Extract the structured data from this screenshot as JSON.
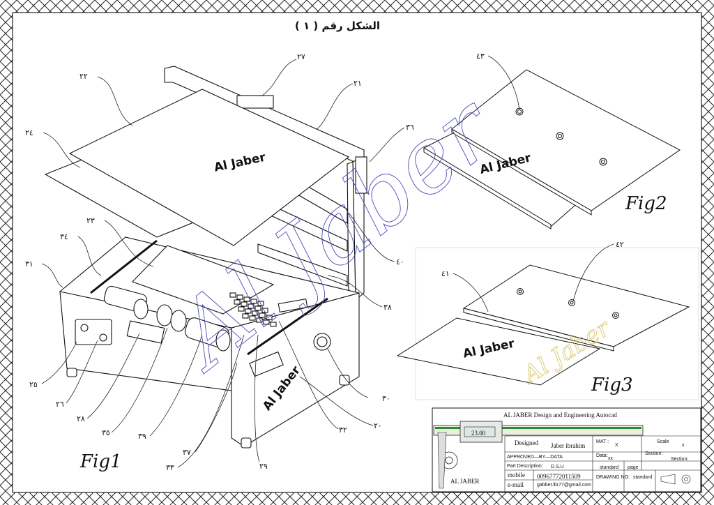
{
  "sheet_title": "الشكل رقم ( ١ )",
  "figures": {
    "fig1": "Fig1",
    "fig2": "Fig2",
    "fig3": "Fig3"
  },
  "brand_text": "Al Jaber",
  "watermark_blue": "Al Jaber",
  "watermark_yellow": "Al Jaber",
  "callouts": {
    "c20": "٢٠",
    "c21": "٢١",
    "c22": "٢٢",
    "c23": "٢٣",
    "c24": "٢٤",
    "c25": "٢٥",
    "c26": "٢٦",
    "c27": "٢٧",
    "c28": "٢٨",
    "c29": "٢٩",
    "c30": "٣٠",
    "c31": "٣١",
    "c32": "٣٢",
    "c33": "٣٣",
    "c34": "٣٤",
    "c35": "٣٥",
    "c36": "٣٦",
    "c37": "٣٧",
    "c38": "٣٨",
    "c39": "٣٩",
    "c40": "٤٠",
    "c41": "٤١",
    "c42": "٤٢",
    "c43": "٤٣"
  },
  "title_block": {
    "company": "AL JABER",
    "heading": "AL JABER Design and Engineering Autocad",
    "caliper_reading": "23.00",
    "designed_label": "Designed",
    "designer": "Jaber ibrahim",
    "approved": "APPROVED—BY—DATA",
    "part_description_label": "Part Description:",
    "part_description": "D.S.U",
    "mobile_label": "mobile",
    "mobile": "00967772011509",
    "email_label": "e-mail",
    "email": "gabber.lbr77@gmail.com",
    "mat_label": "MAT :",
    "mat_value": "X",
    "scale_label": "Scale",
    "scale_value": "x",
    "data_label": "Data:",
    "data_value": "xx",
    "section_label": "Section:",
    "section_value": "Section:",
    "standard1": "standard",
    "page_label": "page",
    "drawing_no_label": "DRAWING NO:",
    "standard2": "standard"
  },
  "colors": {
    "line": "#111111",
    "watermark_blue": "#4a4ab8",
    "watermark_yellow": "#d9c96a",
    "heading_purple": "#7a2a9a",
    "caliper_green": "#2e8b2e"
  }
}
